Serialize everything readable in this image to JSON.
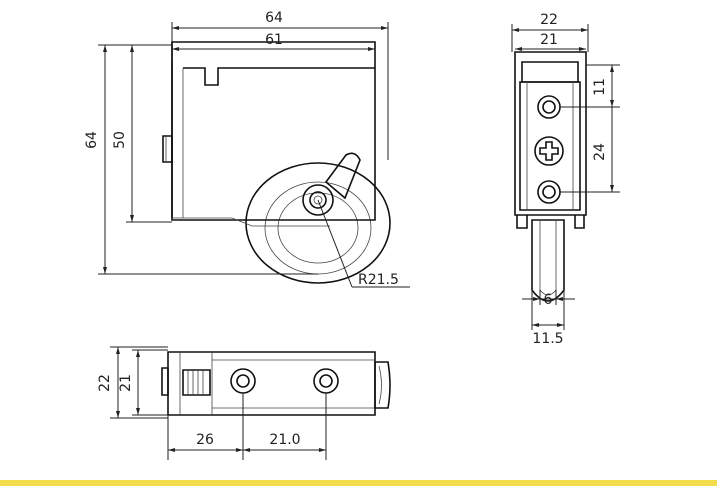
{
  "side_view": {
    "dims": {
      "overall_width": "64",
      "body_width": "61",
      "overall_height": "64",
      "body_height": "50",
      "wheel_radius": "R21.5"
    }
  },
  "end_view": {
    "dims": {
      "overall_width": "22",
      "body_width": "21",
      "top_offset": "11",
      "hole_spacing": "24",
      "wheel_width": "6",
      "wheel_overall": "11.5"
    }
  },
  "top_view": {
    "dims": {
      "overall_height": "22",
      "body_height": "21",
      "left_offset": "26",
      "hole_spacing": "21.0"
    }
  },
  "colors": {
    "line": "#222222",
    "wheel_fill": "#f2f2f2",
    "bottom_band": "#f3dc4a"
  }
}
